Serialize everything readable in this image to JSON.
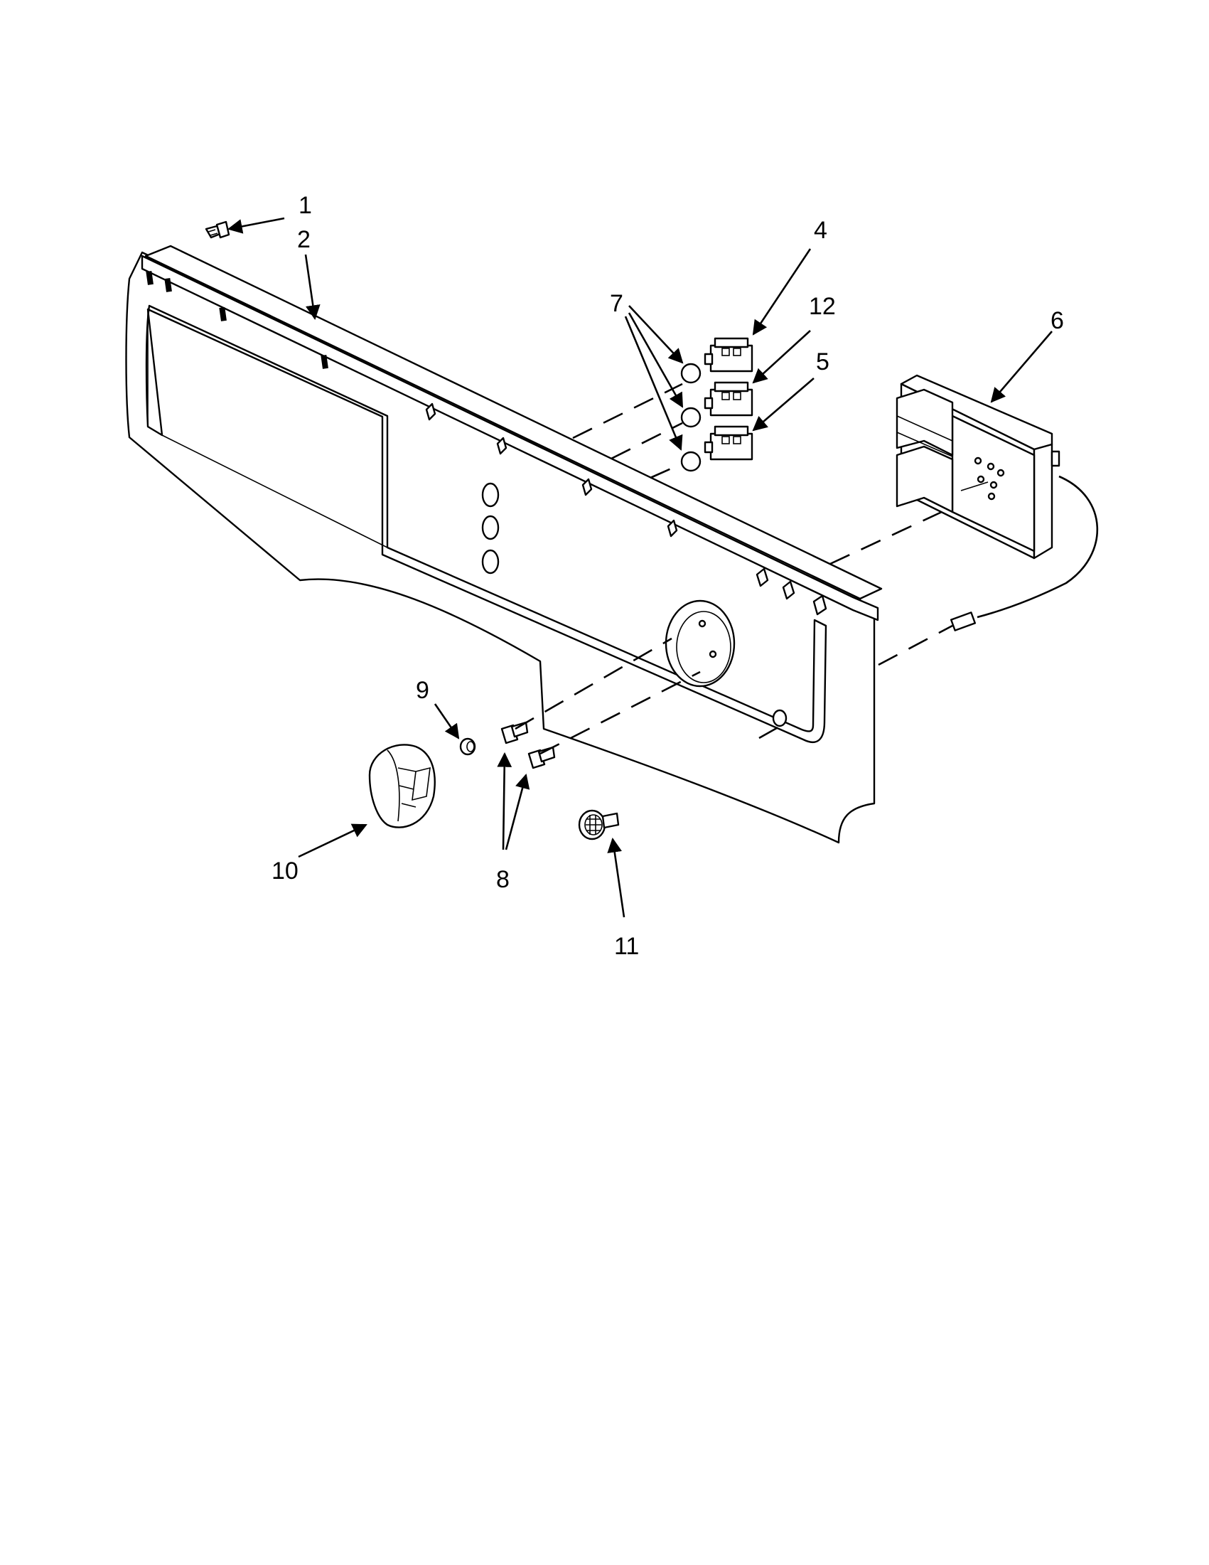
{
  "diagram": {
    "callouts": [
      {
        "id": "c1",
        "label": "1"
      },
      {
        "id": "c2",
        "label": "2"
      },
      {
        "id": "c4",
        "label": "4"
      },
      {
        "id": "c5",
        "label": "5"
      },
      {
        "id": "c6",
        "label": "6"
      },
      {
        "id": "c7",
        "label": "7"
      },
      {
        "id": "c8",
        "label": "8"
      },
      {
        "id": "c9",
        "label": "9"
      },
      {
        "id": "c10",
        "label": "10"
      },
      {
        "id": "c11",
        "label": "11"
      },
      {
        "id": "c12",
        "label": "12"
      }
    ]
  }
}
